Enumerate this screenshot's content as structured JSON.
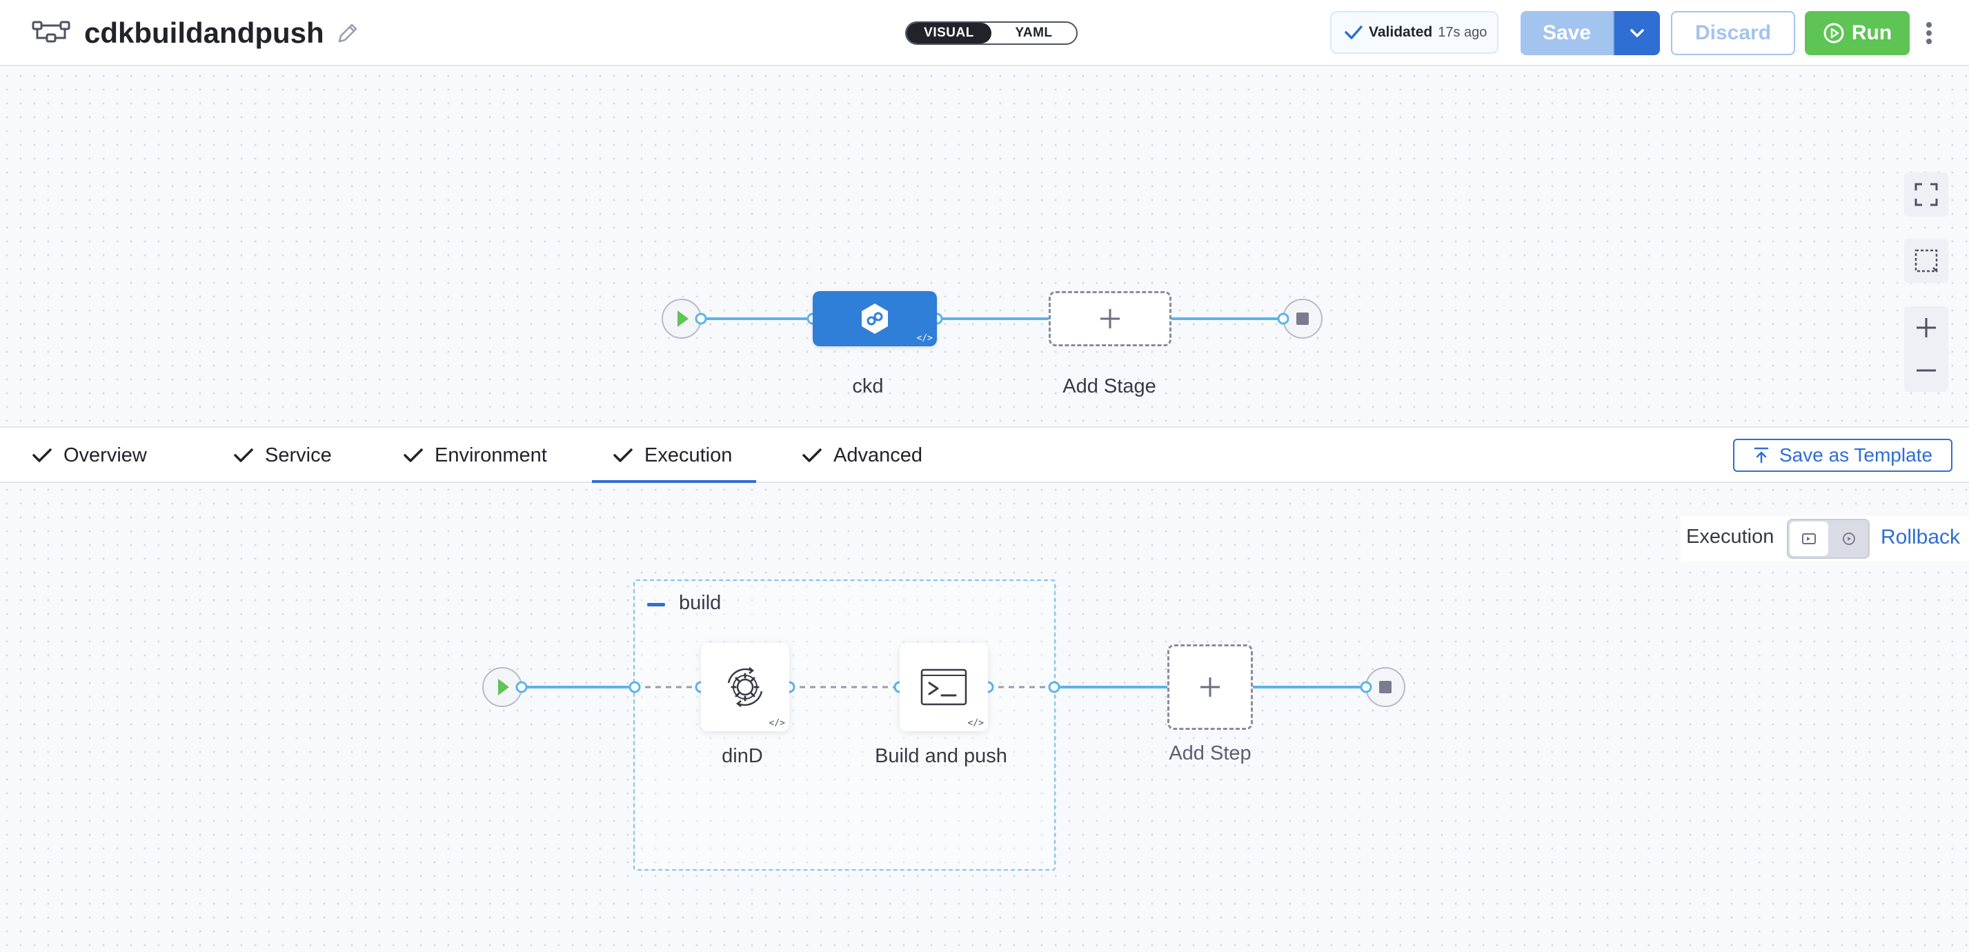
{
  "header": {
    "title": "cdkbuildandpush",
    "view_modes": [
      "VISUAL",
      "YAML"
    ],
    "active_view": "VISUAL",
    "validation_label": "Validated",
    "validation_time": "17s ago",
    "save_label": "Save",
    "discard_label": "Discard",
    "run_label": "Run"
  },
  "stage_flow": {
    "stages": [
      {
        "name": "ckd",
        "icon": "deploy-stage-icon"
      }
    ],
    "add_stage_label": "Add Stage"
  },
  "tabs": {
    "items": [
      "Overview",
      "Service",
      "Environment",
      "Execution",
      "Advanced"
    ],
    "active": "Execution",
    "save_template_label": "Save as Template"
  },
  "execution": {
    "mode_label": "Execution",
    "rollback_label": "Rollback",
    "group_name": "build",
    "steps": [
      {
        "name": "dinD",
        "icon": "background-service-icon"
      },
      {
        "name": "Build and push",
        "icon": "terminal-icon"
      }
    ],
    "add_step_label": "Add Step"
  },
  "colors": {
    "primary": "#2f6ed3",
    "run": "#5ec454",
    "stage": "#2f7ed8",
    "connector": "#5ab4ec"
  }
}
